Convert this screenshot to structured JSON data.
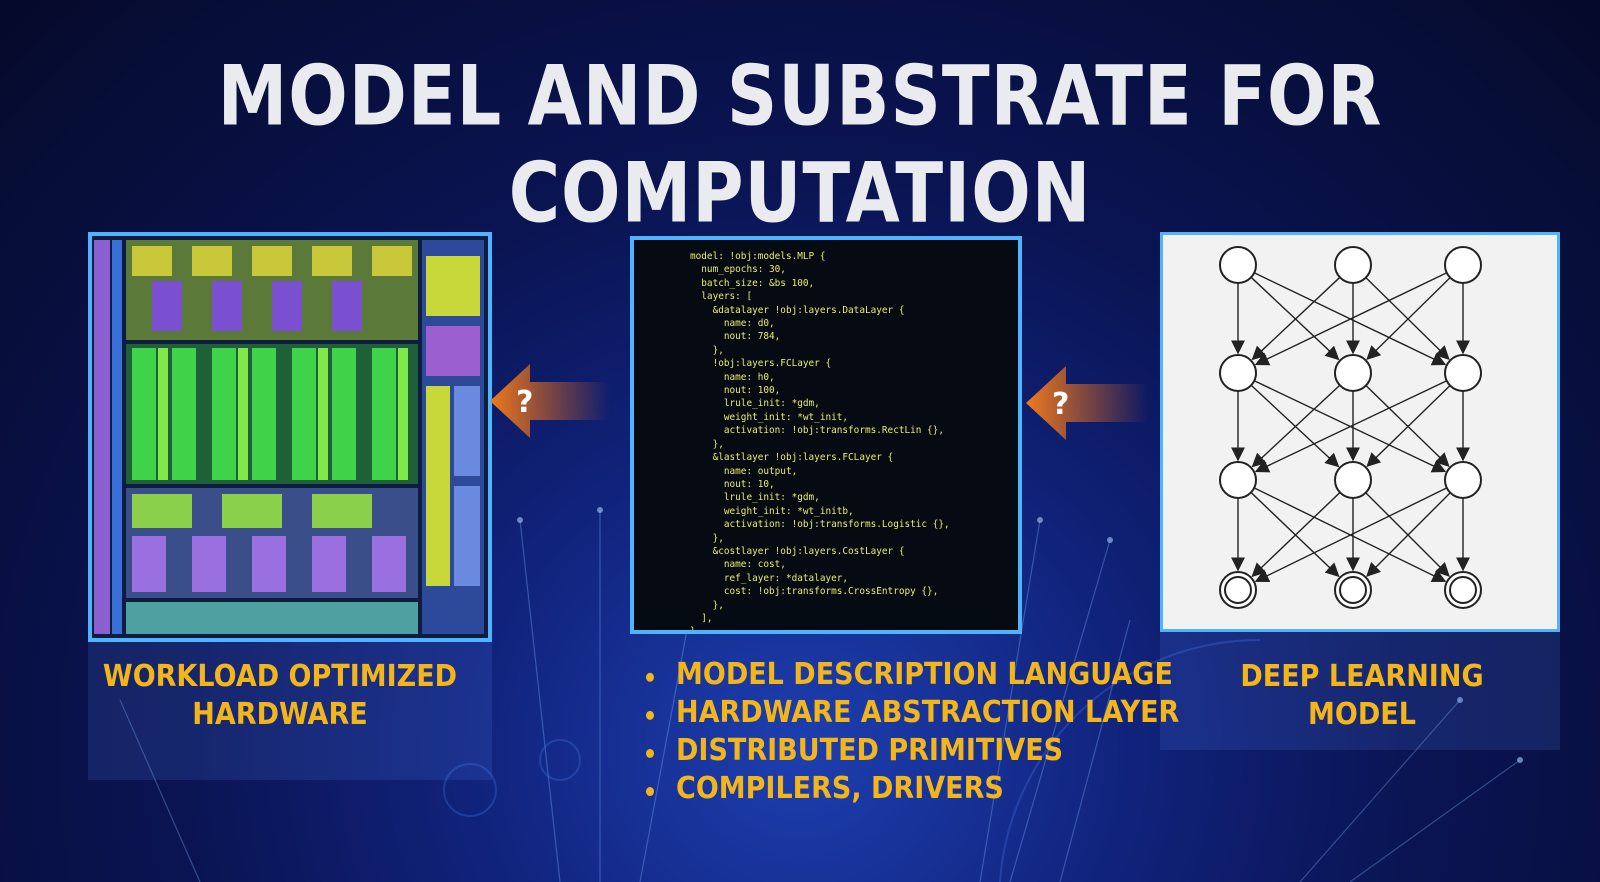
{
  "slide": {
    "title": "MODEL AND SUBSTRATE FOR COMPUTATION"
  },
  "panels": {
    "hardware": {
      "caption_line1": "WORKLOAD OPTIMIZED",
      "caption_line2": "HARDWARE",
      "image": "processor-die-shot"
    },
    "code": {
      "lines": [
        "model: !obj:models.MLP {",
        "  num_epochs: 30,",
        "  batch_size: &bs 100,",
        "  layers: [",
        "    &datalayer !obj:layers.DataLayer {",
        "      name: d0,",
        "      nout: 784,",
        "    },",
        "    !obj:layers.FCLayer {",
        "      name: h0,",
        "      nout: 100,",
        "      lrule_init: *gdm,",
        "      weight_init: *wt_init,",
        "      activation: !obj:transforms.RectLin {},",
        "    },",
        "    &lastlayer !obj:layers.FCLayer {",
        "      name: output,",
        "      nout: 10,",
        "      lrule_init: *gdm,",
        "      weight_init: *wt_initb,",
        "      activation: !obj:transforms.Logistic {},",
        "    },",
        "    &costlayer !obj:layers.CostLayer {",
        "      name: cost,",
        "      ref_layer: *datalayer,",
        "      cost: !obj:transforms.CrossEntropy {},",
        "    },",
        "  ],",
        "},"
      ],
      "bullets": [
        "MODEL DESCRIPTION LANGUAGE",
        "HARDWARE ABSTRACTION LAYER",
        "DISTRIBUTED PRIMITIVES",
        "COMPILERS, DRIVERS"
      ]
    },
    "network": {
      "caption": "DEEP LEARNING MODEL",
      "image": "neural-network-diagram"
    }
  },
  "arrows": [
    {
      "symbol": "?",
      "icon": "question-arrow-icon"
    },
    {
      "symbol": "?",
      "icon": "question-arrow-icon"
    }
  ],
  "colors": {
    "accent_yellow": "#f2b51a",
    "panel_border": "#4fb3ff",
    "arrow_orange": "#e0661c",
    "title": "#e9ebee",
    "code_text": "#e8f060"
  }
}
